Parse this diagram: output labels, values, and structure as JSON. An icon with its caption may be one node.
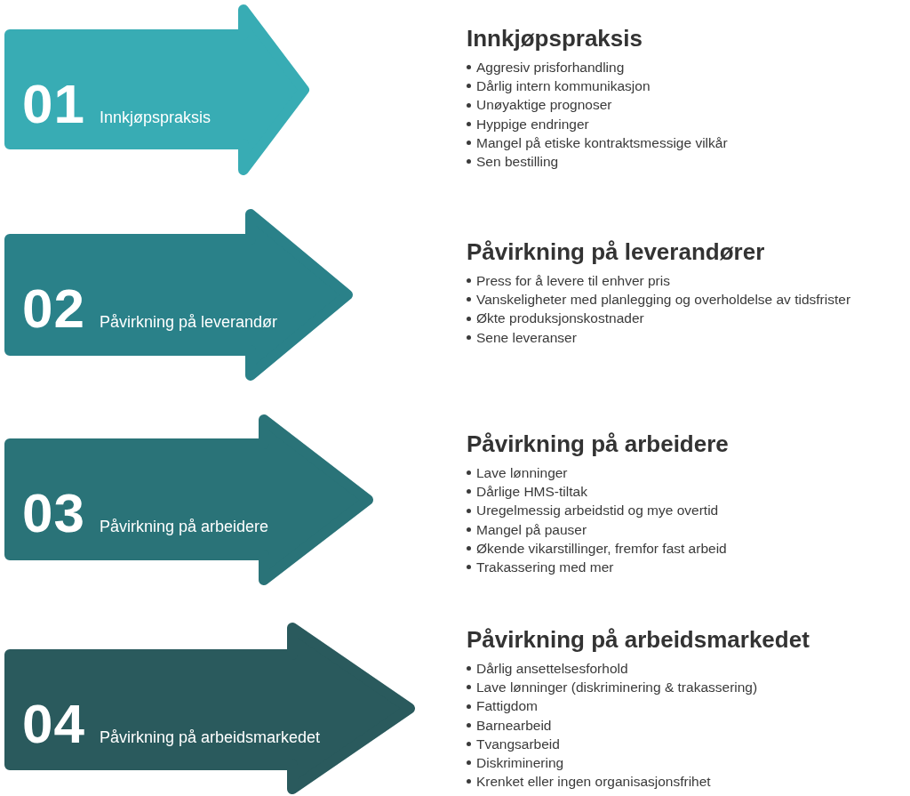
{
  "diagram": {
    "nodes": [
      {
        "text": [
          "01",
          "Innkjøpspraksis"
        ],
        "beside": [
          "Innkjøpspraksis",
          "Aggresiv prisforhandling",
          "Dårlig intern kommunikasjon",
          "Unøyaktige prognoser",
          "Hyppige endringer",
          "Mangel på etiske kontraktsmessige vilkår",
          "Sen bestilling"
        ]
      },
      {
        "text": [
          "02",
          "Påvirkning på leverandør"
        ],
        "beside": [
          "Påvirkning på leverandører",
          "Press for å levere til enhver pris",
          "Vanskeligheter med planlegging og overholdelse av tidsfrister",
          "Økte produksjonskostnader",
          "Sene leveranser"
        ]
      },
      {
        "text": [
          "03",
          "Påvirkning på arbeidere"
        ],
        "beside": [
          "Påvirkning på arbeidere",
          "Lave lønninger",
          "Dårlige HMS-tiltak",
          "Uregelmessig arbeidstid og mye overtid",
          "Mangel på pauser",
          "Økende vikarstillinger, fremfor fast arbeid",
          "Trakassering med mer"
        ]
      },
      {
        "text": [
          "04",
          "Påvirkning på arbeidsmarkedet"
        ],
        "beside": [
          "Påvirkning på arbeidsmarkedet",
          "Dårlig ansettelsesforhold",
          "Lave lønninger (diskriminering & trakassering)",
          "Fattigdom",
          "Barnearbeid",
          "Tvangsarbeid",
          "Diskriminering",
          "Krenket eller ingen organisasjonsfrihet"
        ]
      }
    ]
  }
}
